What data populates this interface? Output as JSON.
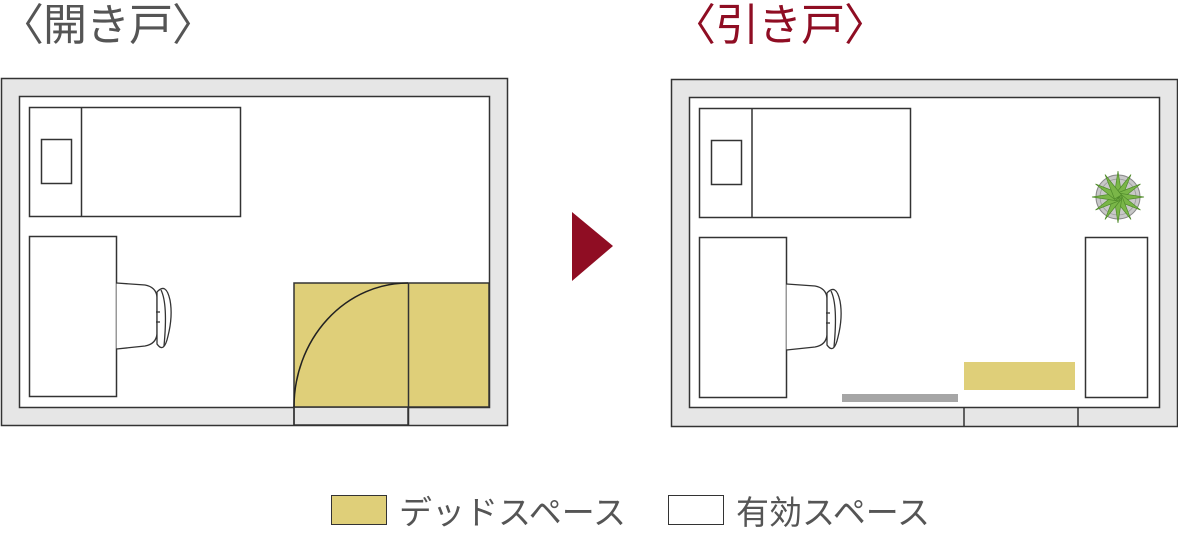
{
  "titles": {
    "left": "〈開き戸〉",
    "right": "〈引き戸〉"
  },
  "colors": {
    "dead_space": "#dfcf79",
    "wall": "#e6e6e6",
    "line": "#333333",
    "accent": "#8f0d23",
    "title_gray": "#555555",
    "sliding_panel": "#a6a6a6",
    "plant": "#7ab648"
  },
  "plans": [
    {
      "name": "hinged-door-plan",
      "door_type": "開き戸",
      "items": [
        "bed",
        "pillow",
        "desk",
        "chair",
        "hinged-door",
        "dead-space"
      ]
    },
    {
      "name": "sliding-door-plan",
      "door_type": "引き戸",
      "items": [
        "bed",
        "pillow",
        "desk",
        "chair",
        "plant",
        "cabinet",
        "sliding-door",
        "dead-space"
      ]
    }
  ],
  "arrow": {
    "icon": "triangle-right-icon"
  },
  "legend": {
    "dead_label": "デッドスペース",
    "effective_label": "有効スペース"
  }
}
